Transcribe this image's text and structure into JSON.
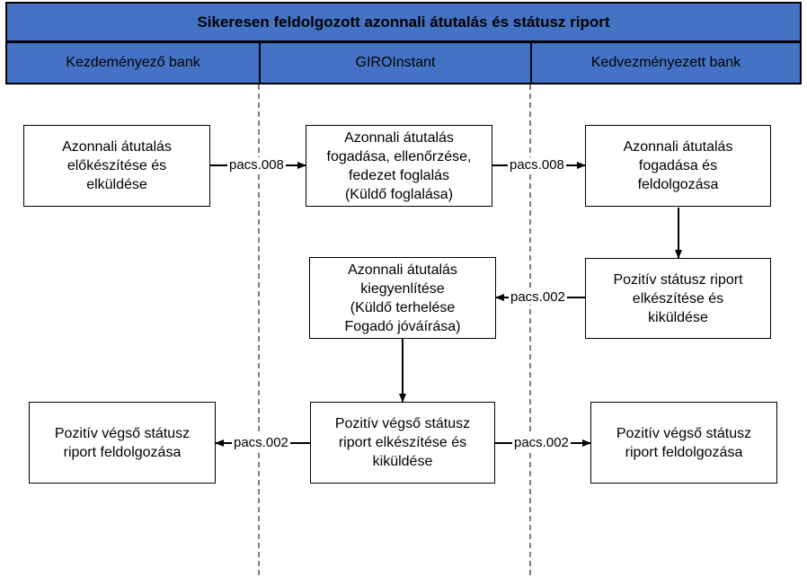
{
  "title": "Sikeresen feldolgozott azonnali átutalás és státusz riport",
  "lanes": [
    {
      "id": "lane-initiator",
      "label": "Kezdeményező bank"
    },
    {
      "id": "lane-giro",
      "label": "GIROInstant"
    },
    {
      "id": "lane-beneficiary",
      "label": "Kedvezményezett bank"
    }
  ],
  "boxes": {
    "b1": "Azonnali átutalás\nelőkészítése és\nelküldése",
    "b2": "Azonnali átutalás\nfogadása, ellenőrzése,\nfedezet foglalás\n(Küldő foglalása)",
    "b3": "Azonnali átutalás\nfogadása és\nfeldolgozása",
    "b4": "Pozitív státusz riport\nelkészítése és\nkiküldése",
    "b5": "Azonnali átutalás\nkiegyenlítése\n(Küldő terhelése\nFogadó jóváírása)",
    "b6": "Pozitív végső státusz\nriport elkészítése és\nkiküldése",
    "b7": "Pozitív végső státusz\nriport feldolgozása",
    "b8": "Pozitív végső státusz\nriport feldolgozása"
  },
  "messages": {
    "m1": "pacs.008",
    "m2": "pacs.008",
    "m3": "pacs.002",
    "m4": "pacs.002",
    "m5": "pacs.002"
  }
}
